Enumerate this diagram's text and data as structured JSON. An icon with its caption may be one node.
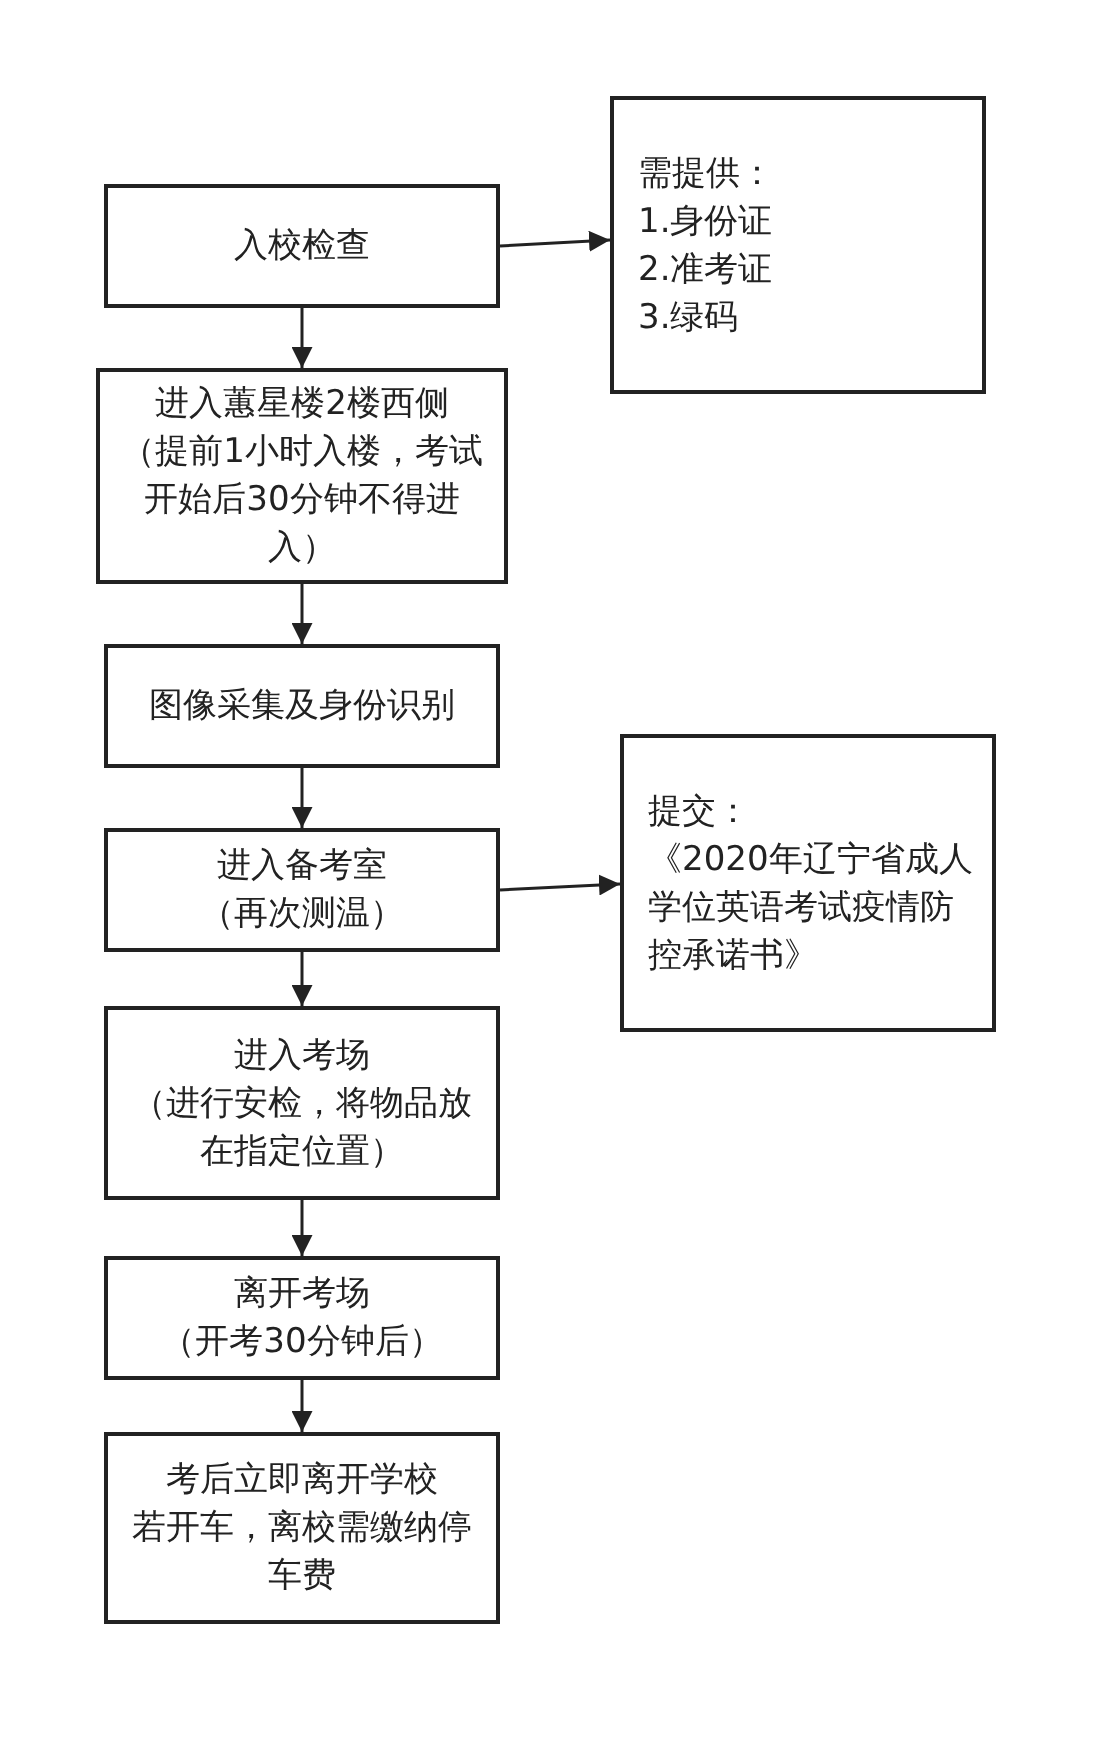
{
  "diagram": {
    "nodes": [
      {
        "text": [
          "入校检查"
        ]
      },
      {
        "text": [
          "需提供：",
          "1.身份证",
          "2.准考证",
          "3.绿码"
        ]
      },
      {
        "text": [
          "进入蕙星楼2楼西侧",
          "（提前1小时入楼，考试开始后30分钟不得进入）"
        ]
      },
      {
        "text": [
          "图像采集及身份识别"
        ]
      },
      {
        "text": [
          "进入备考室",
          "（再次测温）"
        ]
      },
      {
        "text": [
          "提交：",
          "《2020年辽宁省成人学位英语考试疫情防控承诺书》"
        ]
      },
      {
        "text": [
          "进入考场",
          "（进行安检，将物品放在指定位置）"
        ]
      },
      {
        "text": [
          "离开考场",
          "（开考30分钟后）"
        ]
      },
      {
        "text": [
          "考后立即离开学校",
          "若开车，离校需缴纳停车费"
        ]
      }
    ],
    "edges": [
      {
        "from": 0,
        "to": 1,
        "arrow": "to"
      },
      {
        "from": 0,
        "to": 2,
        "arrow": "to"
      },
      {
        "from": 2,
        "to": 3,
        "arrow": "to"
      },
      {
        "from": 3,
        "to": 4,
        "arrow": "to"
      },
      {
        "from": 4,
        "to": 5,
        "arrow": "to"
      },
      {
        "from": 4,
        "to": 6,
        "arrow": "to"
      },
      {
        "from": 6,
        "to": 7,
        "arrow": "to"
      },
      {
        "from": 7,
        "to": 8,
        "arrow": "to"
      }
    ]
  }
}
